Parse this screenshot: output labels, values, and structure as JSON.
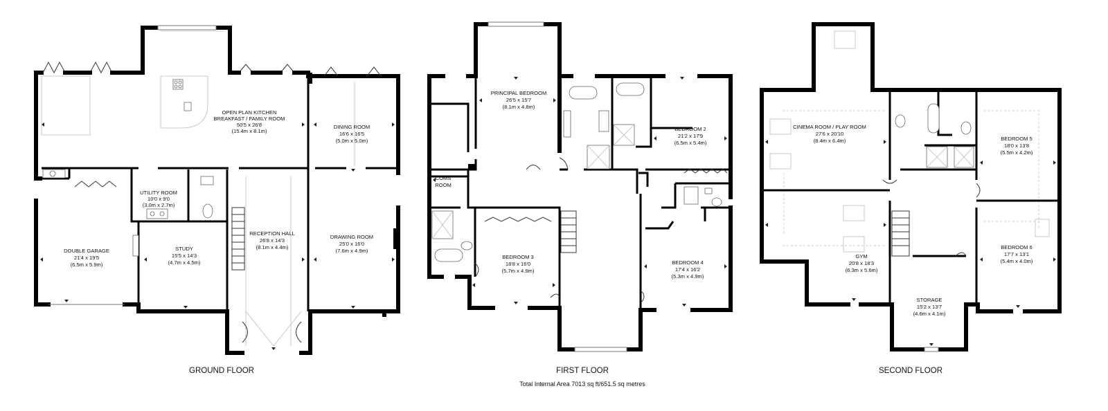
{
  "floors": {
    "ground": {
      "title": "GROUND FLOOR",
      "rooms": {
        "kitchen": {
          "name1": "OPEN PLAN KITCHEN",
          "name2": "BREAKFAST / FAMILY ROOM",
          "size": "50'5 x 26'8",
          "metric": "(15.4m x 8.1m)"
        },
        "dining": {
          "name": "DINING ROOM",
          "size": "16'6 x 16'5",
          "metric": "(5.0m x 5.0m)"
        },
        "utility": {
          "name": "UTILITY ROOM",
          "size": "10'0 x 9'0",
          "metric": "(3.0m x 2.7m)"
        },
        "reception": {
          "name": "RECEPTION HALL",
          "size": "26'8 x 14'3",
          "metric": "(8.1m x 4.4m)"
        },
        "drawing": {
          "name": "DRAWING ROOM",
          "size": "25'0 x 16'0",
          "metric": "(7.6m x 4.9m)"
        },
        "garage": {
          "name": "DOUBLE GARAGE",
          "size": "21'4 x 19'5",
          "metric": "(6.5m x 5.9m)"
        },
        "study": {
          "name": "STUDY",
          "size": "15'5 x 14'3",
          "metric": "(4.7m x 4.5m)"
        }
      }
    },
    "first": {
      "title": "FIRST FLOOR",
      "rooms": {
        "principal": {
          "name": "PRINCIPAL BEDROOM",
          "size": "26'5 x 15'7",
          "metric": "(8.1m x 4.8m)"
        },
        "bed2": {
          "name": "BEDROOM 2",
          "size": "21'2 x 17'9",
          "metric": "(6.5m x 5.4m)"
        },
        "coms1": "COMS",
        "coms2": "ROOM",
        "bed3": {
          "name": "BEDROOM 3",
          "size": "18'8 x 16'0",
          "metric": "(5.7m x 4.9m)"
        },
        "bed4": {
          "name": "BEDROOM 4",
          "size": "17'4 x 16'2",
          "metric": "(5.3m x 4.9m)"
        }
      }
    },
    "second": {
      "title": "SECOND FLOOR",
      "rooms": {
        "cinema": {
          "name": "CINEMA ROOM / PLAY ROOM",
          "size": "27'6 x 20'10",
          "metric": "(8.4m x 6.4m)"
        },
        "bed5": {
          "name": "BEDROOM 5",
          "size": "18'0 x 13'8",
          "metric": "(5.5m x 4.2m)"
        },
        "gym": {
          "name": "GYM",
          "size": "20'8 x 18'3",
          "metric": "(6.3m x 5.6m)"
        },
        "bed6": {
          "name": "BEDROOM 6",
          "size": "17'7 x 13'1",
          "metric": "(5.4m x 4.0m)"
        },
        "storage": {
          "name": "STORAGE",
          "size": "15'2 x 13'7",
          "metric": "(4.6m x 4.1m)"
        }
      }
    }
  },
  "total_area": "Total Internal Area 7013 sq ft/651.5 sq metres"
}
